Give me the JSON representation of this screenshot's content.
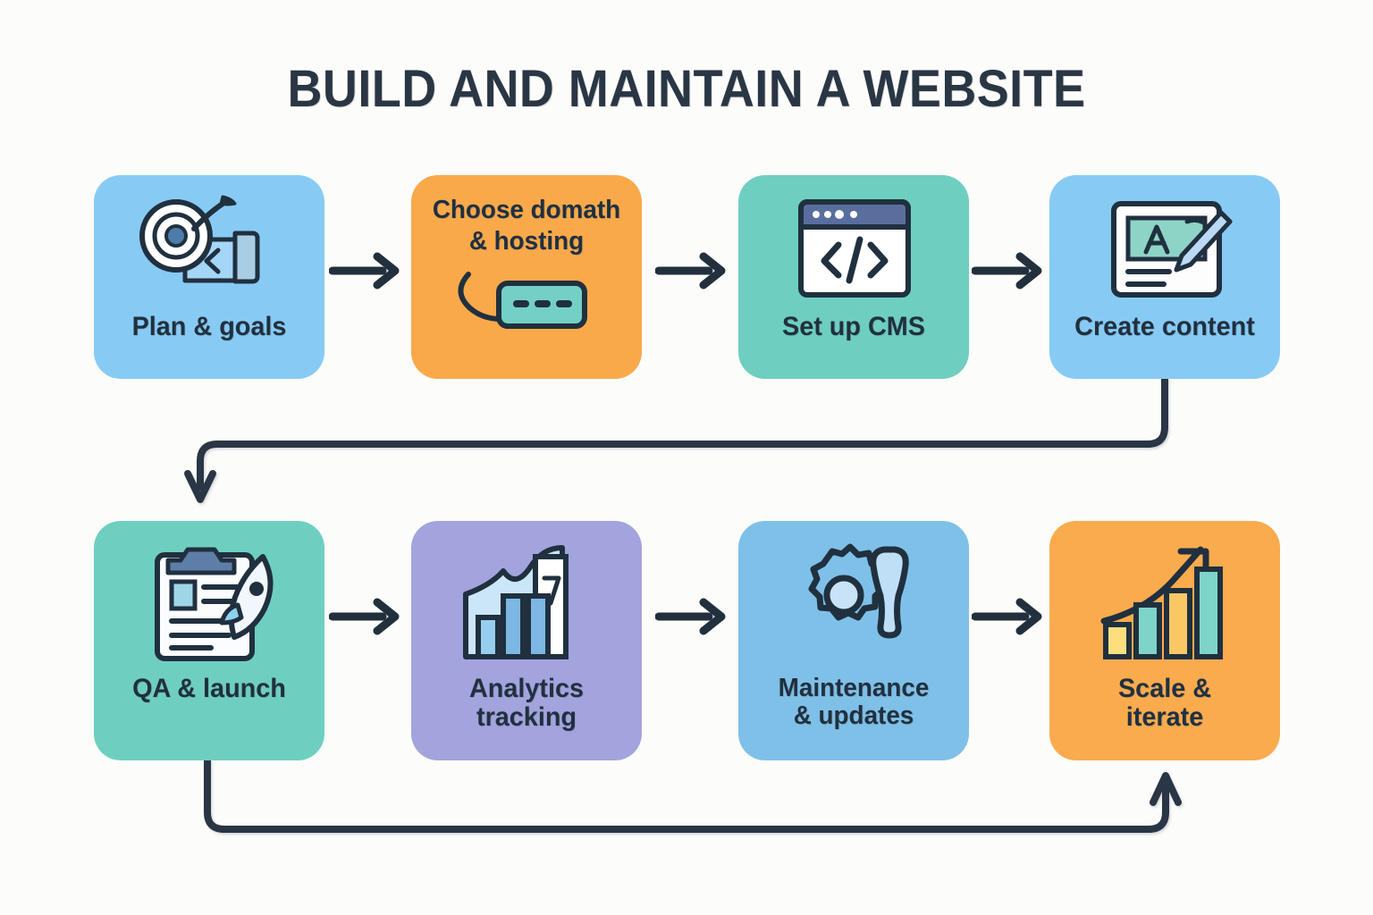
{
  "page": {
    "title": "BUILD AND MAINTAIN A WEBSITE",
    "background_color": "#FCFCFA",
    "text_color": "#20303F",
    "connector_color": "#2A3644"
  },
  "flow": {
    "rows": [
      {
        "row_index": 1,
        "steps": [
          {
            "step": 1,
            "label": "Plan & goals",
            "icon": "target-arrow-icon",
            "color": "#87CBF5",
            "layout": "icon-above-text"
          },
          {
            "step": 2,
            "label": "Choose domath & hosting",
            "icon": "server-plug-icon",
            "color": "#F9A94A",
            "layout": "text-above-icon"
          },
          {
            "step": 3,
            "label": "Set up CMS",
            "icon": "code-browser-icon",
            "color": "#6ECFC0",
            "layout": "icon-above-text"
          },
          {
            "step": 4,
            "label": "Create content",
            "icon": "document-pen-icon",
            "color": "#87CBF5",
            "layout": "icon-above-text"
          }
        ]
      },
      {
        "row_index": 2,
        "steps": [
          {
            "step": 5,
            "label": "QA & launch",
            "icon": "clipboard-rocket-icon",
            "color": "#6ECFC0",
            "layout": "icon-above-text"
          },
          {
            "step": 6,
            "label": "Analytics\ntracking",
            "icon": "bar-chart-trend-icon",
            "color": "#A3A3DE",
            "layout": "icon-above-text"
          },
          {
            "step": 7,
            "label": "Maintenance\n& updates",
            "icon": "gear-wrench-icon",
            "color": "#7FC0E8",
            "layout": "icon-above-text"
          },
          {
            "step": 8,
            "label": "Scale &\niterate",
            "icon": "growth-chart-arrow-icon",
            "color": "#F9AB4D",
            "layout": "icon-above-text"
          }
        ]
      }
    ],
    "connectors": [
      {
        "name": "arrow-step1-to-step2",
        "type": "straight-right"
      },
      {
        "name": "arrow-step2-to-step3",
        "type": "straight-right"
      },
      {
        "name": "arrow-step3-to-step4",
        "type": "straight-right"
      },
      {
        "name": "wrap-step4-to-step5",
        "type": "elbow-down-left-down"
      },
      {
        "name": "arrow-step5-to-step6",
        "type": "straight-right"
      },
      {
        "name": "arrow-step6-to-step7",
        "type": "straight-right"
      },
      {
        "name": "arrow-step7-to-step8",
        "type": "straight-right"
      },
      {
        "name": "feedback-step5-to-step8",
        "type": "elbow-down-right-up"
      }
    ]
  }
}
